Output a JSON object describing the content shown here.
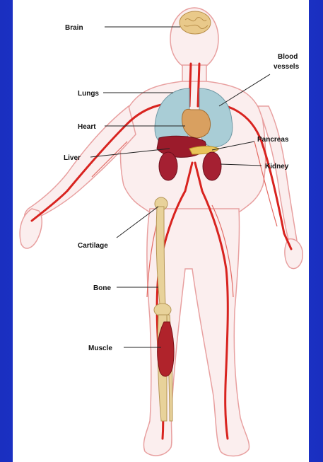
{
  "diagram": {
    "labels": {
      "brain": "Brain",
      "blood_vessels_line1": "Blood",
      "blood_vessels_line2": "vessels",
      "lungs": "Lungs",
      "heart": "Heart",
      "pancreas": "Pancreas",
      "liver": "Liver",
      "kidney": "Kidney",
      "cartilage": "Cartilage",
      "bone": "Bone",
      "muscle": "Muscle"
    },
    "colors": {
      "background": "#1f35d0",
      "panel": "#ffffff",
      "body_outline": "#e8a0a0",
      "body_fill": "#fbeeee",
      "vessels": "#d8231f",
      "lungs": "#a9cdd6",
      "heart": "#d9a060",
      "liver": "#9b1b2b",
      "kidney": "#a52032",
      "bone": "#e8d29a",
      "brain": "#e9c98a",
      "muscle": "#b0232b"
    }
  }
}
